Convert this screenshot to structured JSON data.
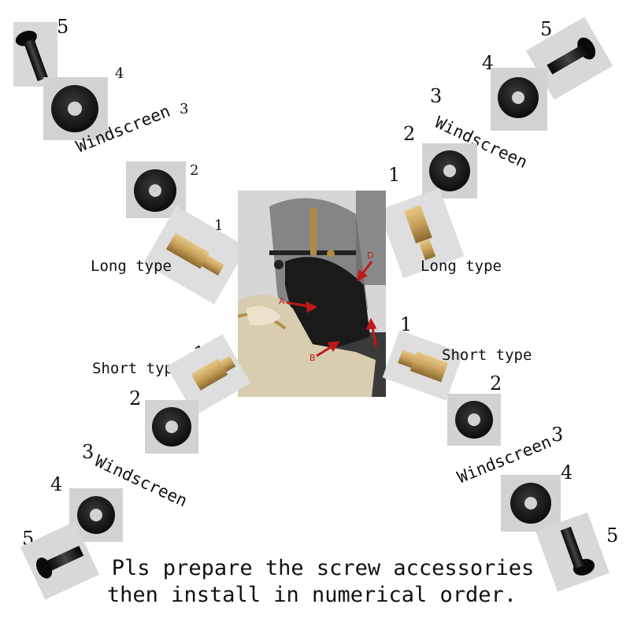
{
  "labels": {
    "tl_5": "5",
    "tl_4": "4",
    "tl_3": "3",
    "tl_2": "2",
    "tl_1": "1",
    "tl_windscreen": "Windscreen",
    "tl_long": "Long type",
    "tr_5": "5",
    "tr_4": "4",
    "tr_3": "3",
    "tr_2": "2",
    "tr_1": "1",
    "tr_windscreen": "Windscreen",
    "tr_long": "Long type",
    "bl_1": "1",
    "bl_2": "2",
    "bl_3": "3",
    "bl_4": "4",
    "bl_5": "5",
    "bl_windscreen": "Windscreen",
    "bl_short": "Short type",
    "br_1": "1",
    "br_2": "2",
    "br_3": "3",
    "br_4": "4",
    "br_5": "5",
    "br_windscreen": "Windscreen",
    "br_short": "Short type"
  },
  "markers": {
    "a": "A",
    "b": "B",
    "c": "C",
    "d": "D"
  },
  "footer": {
    "line1": "Pls prepare the screw accessories",
    "line2": "then install in numerical order."
  },
  "colors": {
    "marker": "#c01818",
    "photo_bg": "#e8e8e8",
    "brass": "#c9a15a"
  }
}
